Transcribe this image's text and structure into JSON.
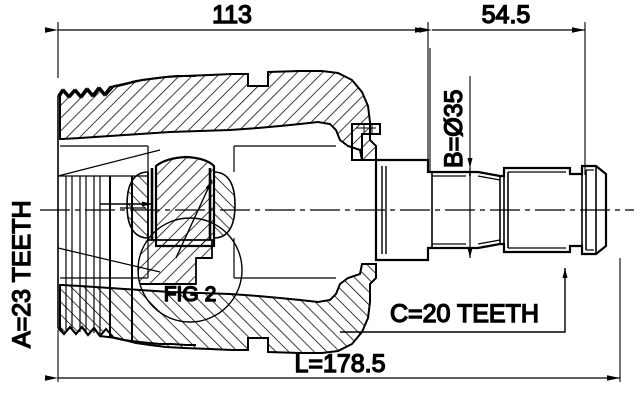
{
  "drawing": {
    "type": "cv-joint-technical-drawing",
    "title": "",
    "units": "mm",
    "line_color": "#000000",
    "background_color": "#ffffff"
  },
  "dimensions": {
    "overall_length": {
      "label": "L=178.5",
      "value": 178.5,
      "position": "bottom"
    },
    "housing_length": {
      "label": "113",
      "value": 113,
      "position": "top-left"
    },
    "shaft_length": {
      "label": "54.5",
      "value": 54.5,
      "position": "top-right"
    },
    "shaft_diameter": {
      "label": "B=Ø35",
      "value": 35,
      "position": "right-vertical"
    }
  },
  "callouts": {
    "inner_spline": {
      "label": "A=23 TEETH",
      "teeth": 23,
      "position": "left-vertical"
    },
    "outer_spline": {
      "label": "C=20 TEETH",
      "teeth": 20,
      "position": "bottom-right"
    },
    "detail_circle": {
      "label": "FIG 2",
      "position": "center-left"
    }
  }
}
